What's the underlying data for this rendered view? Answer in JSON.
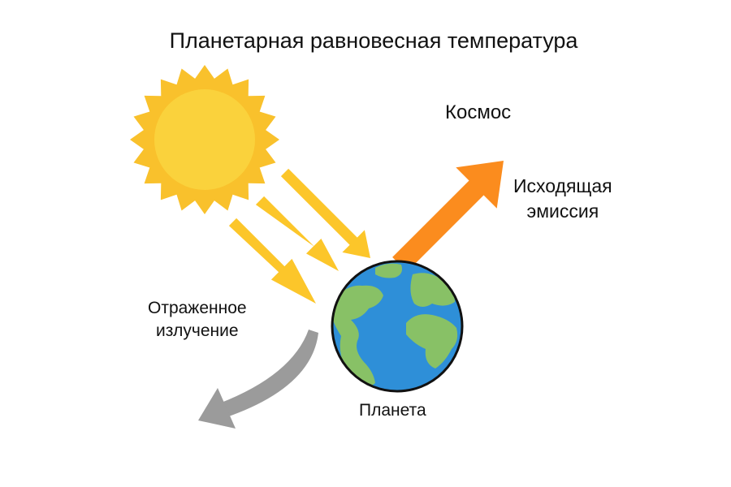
{
  "title": "Планетарная равновесная температура",
  "labels": {
    "space": "Космос",
    "emission_line1": "Исходящая",
    "emission_line2": "эмиссия",
    "reflected_line1": "Отраженное",
    "reflected_line2": "излучение",
    "planet": "Планета"
  },
  "colors": {
    "sun_rays": "#F9C12C",
    "sun_core": "#FAD23C",
    "incoming_arrows": "#FCC62A",
    "emission_arrow": "#FB8C1E",
    "reflected_arrow": "#9B9B9B",
    "ocean": "#2E8FD8",
    "land": "#88C166",
    "outline": "#111111"
  }
}
